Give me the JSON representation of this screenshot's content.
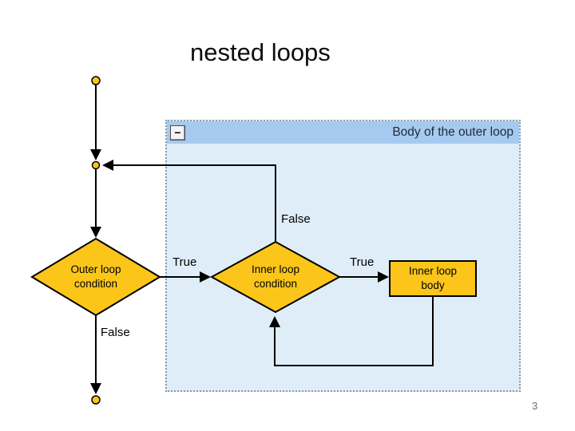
{
  "page": {
    "title": "nested loops",
    "page_number": "3"
  },
  "panel": {
    "header_label": "Body of the outer loop",
    "collapse_button_glyph": "−",
    "header_color": "#a6caef",
    "body_color": "#dfedf9"
  },
  "flowchart": {
    "node_fill_color": "#fbc51a",
    "line_color": "#000000",
    "nodes": [
      {
        "id": "outer-loop-condition",
        "type": "decision",
        "label_line1": "Outer loop",
        "label_line2": "condition"
      },
      {
        "id": "inner-loop-condition",
        "type": "decision",
        "label_line1": "Inner loop",
        "label_line2": "condition"
      },
      {
        "id": "inner-loop-body",
        "type": "process",
        "label_line1": "Inner loop",
        "label_line2": "body"
      }
    ],
    "edges": [
      {
        "id": "outer-true",
        "label": "True"
      },
      {
        "id": "inner-true",
        "label": "True"
      },
      {
        "id": "inner-false",
        "label": "False"
      },
      {
        "id": "outer-false",
        "label": "False"
      }
    ]
  }
}
